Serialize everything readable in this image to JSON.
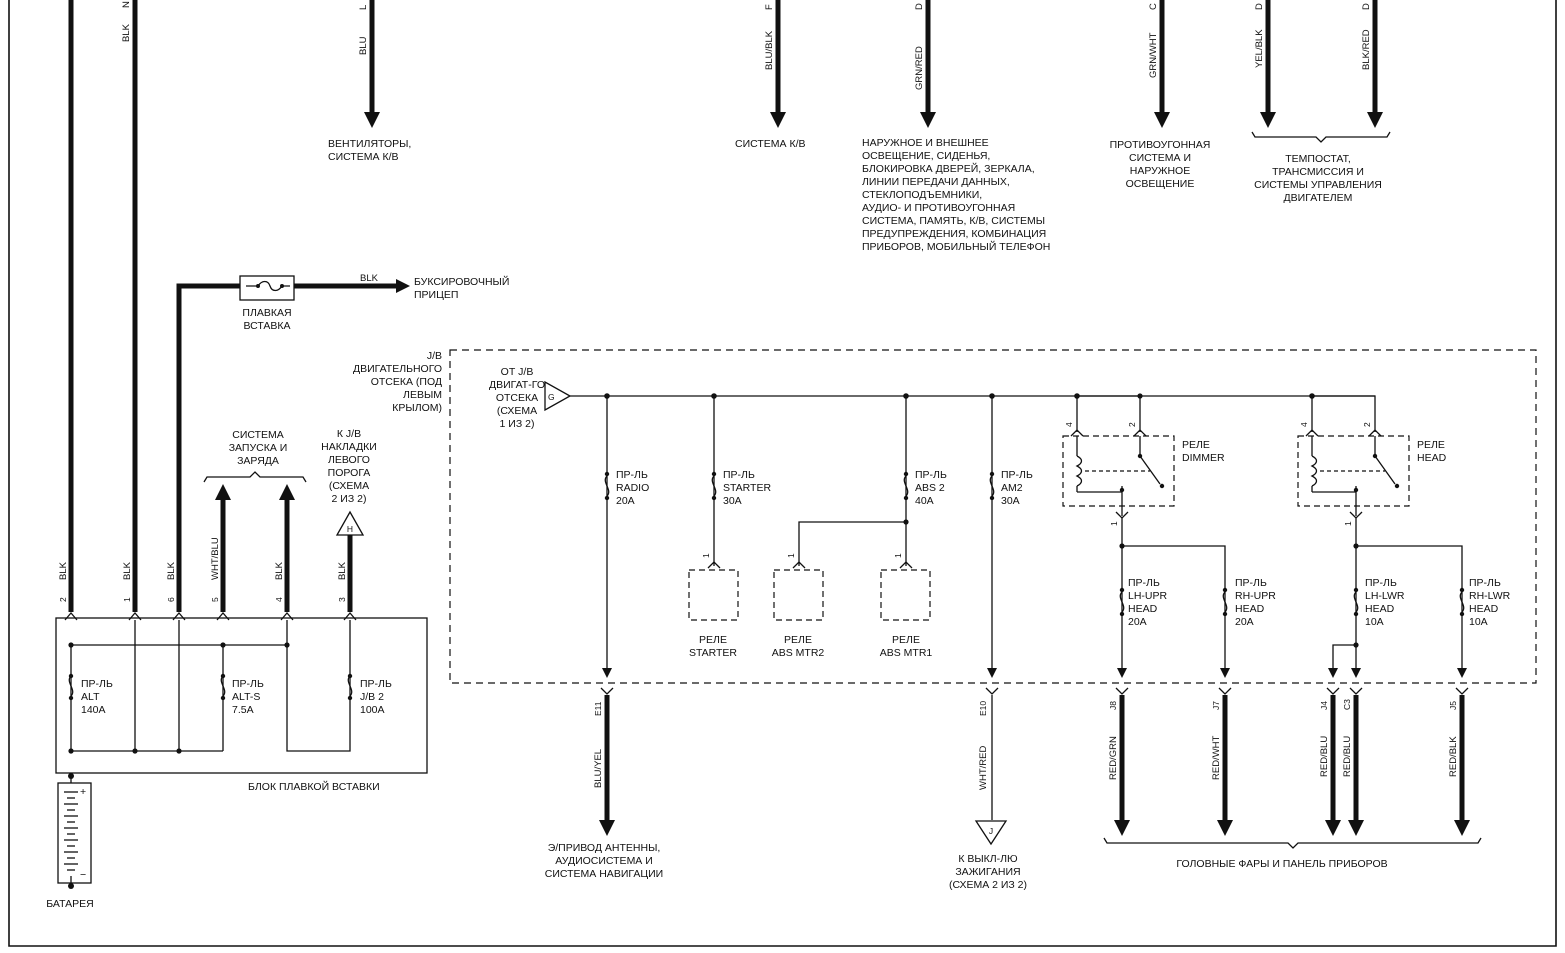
{
  "top_loads": {
    "fans": {
      "wire": "BLU",
      "wire_top": "L",
      "label": [
        "ВЕНТИЛЯТОРЫ,",
        "СИСТЕМА К/В"
      ]
    },
    "ac": {
      "wire": "BLU/BLK",
      "wire_top": "F",
      "label": [
        "СИСТЕМА К/В"
      ]
    },
    "lighting": {
      "wire": "GRN/RED",
      "wire_top": "D",
      "label": [
        "НАРУЖНОЕ И ВНЕШНЕЕ",
        "ОСВЕЩЕНИЕ, СИДЕНЬЯ,",
        "БЛОКИРОВКА ДВЕРЕЙ, ЗЕРКАЛА,",
        "ЛИНИИ ПЕРЕДАЧИ ДАННЫХ,",
        "СТЕКЛОПОДЪЕМНИКИ,",
        "АУДИО- И ПРОТИВОУГОННАЯ",
        "СИСТЕМА, ПАМЯТЬ, К/В, СИСТЕМЫ",
        "ПРЕДУПРЕЖДЕНИЯ, КОМБИНАЦИЯ",
        "ПРИБОРОВ, МОБИЛЬНЫЙ ТЕЛЕФОН"
      ]
    },
    "antitheft": {
      "wire": "GRN/WHT",
      "wire_top": "C",
      "label": [
        "ПРОТИВОУГОННАЯ",
        "СИСТЕМА И",
        "НАРУЖНОЕ",
        "ОСВЕЩЕНИЕ"
      ]
    },
    "tempostat_wires": [
      "YEL/BLK",
      "BLK/RED"
    ],
    "tempostat_tops": [
      "D",
      "D"
    ],
    "tempostat_label": [
      "ТЕМПОСТАТ,",
      "ТРАНСМИССИЯ И",
      "СИСТЕМЫ УПРАВЛЕНИЯ",
      "ДВИГАТЕЛЕМ"
    ]
  },
  "left_wires": {
    "w1": "BLK",
    "w1_top": "N"
  },
  "trailer": {
    "wire": "BLK",
    "label": [
      "БУКСИРОВОЧНЫЙ",
      "ПРИЦЕП"
    ],
    "fuse_label": [
      "ПЛАВКАЯ",
      "ВСТАВКА"
    ]
  },
  "jb_label": [
    "J/B",
    "ДВИГАТЕЛЬНОГО",
    "ОТСЕКА (ПОД",
    "ЛЕВЫМ",
    "КРЫЛОМ)"
  ],
  "from_jb": {
    "label": [
      "ОТ J/B",
      "ДВИГАТ-ГО",
      "ОТСЕКА",
      "(СХЕМА",
      "1 ИЗ 2)"
    ],
    "connector": "G"
  },
  "jb_fuses": [
    {
      "l1": "ПР-ЛЬ",
      "l2": "RADIO",
      "l3": "20A"
    },
    {
      "l1": "ПР-ЛЬ",
      "l2": "STARTER",
      "l3": "30A"
    },
    {
      "l1": "ПР-ЛЬ",
      "l2": "ABS 2",
      "l3": "40A"
    },
    {
      "l1": "ПР-ЛЬ",
      "l2": "AM2",
      "l3": "30A"
    },
    {
      "l1": "ПР-ЛЬ",
      "l2": "LH-UPR",
      "l3": "HEAD",
      "l4": "20A"
    },
    {
      "l1": "ПР-ЛЬ",
      "l2": "RH-UPR",
      "l3": "HEAD",
      "l4": "20A"
    },
    {
      "l1": "ПР-ЛЬ",
      "l2": "LH-LWR",
      "l3": "HEAD",
      "l4": "10A"
    },
    {
      "l1": "ПР-ЛЬ",
      "l2": "RH-LWR",
      "l3": "HEAD",
      "l4": "10A"
    }
  ],
  "relays": {
    "dimmer": [
      "РЕЛЕ",
      "DIMMER"
    ],
    "head": [
      "РЕЛЕ",
      "HEAD"
    ],
    "starter": [
      "РЕЛЕ",
      "STARTER"
    ],
    "abs2": [
      "РЕЛЕ",
      "ABS MTR2"
    ],
    "abs1": [
      "РЕЛЕ",
      "ABS MTR1"
    ]
  },
  "pins": {
    "p4": "4",
    "p2": "2",
    "p1": "1"
  },
  "fusible_block": {
    "label": "БЛОК ПЛАВКОЙ ВСТАВКИ",
    "pins": [
      "2",
      "1",
      "6",
      "5",
      "4",
      "3"
    ],
    "wires": [
      "BLK",
      "BLK",
      "BLK",
      "WHT/BLU",
      "BLK",
      "BLK"
    ],
    "fuses": [
      {
        "l1": "ПР-ЛЬ",
        "l2": "ALT",
        "l3": "140A"
      },
      {
        "l1": "ПР-ЛЬ",
        "l2": "ALT-S",
        "l3": "7.5A"
      },
      {
        "l1": "ПР-ЛЬ",
        "l2": "J/B 2",
        "l3": "100A"
      }
    ]
  },
  "charging": {
    "label": [
      "СИСТЕМА",
      "ЗАПУСКА И",
      "ЗАРЯДА"
    ]
  },
  "rocker_jb": {
    "label": [
      "К J/B",
      "НАКЛАДКИ",
      "ЛЕВОГО",
      "ПОРОГА",
      "(СХЕМА",
      "2 ИЗ 2)"
    ],
    "connector": "H"
  },
  "battery": {
    "label": "БАТАРЕЯ",
    "plus": "+",
    "minus": "−"
  },
  "bottom": {
    "antenna": {
      "pin": "E11",
      "wire": "BLU/YEL",
      "label": [
        "Э/ПРИВОД АНТЕННЫ,",
        "АУДИОСИСТЕМА И",
        "СИСТЕМА НАВИГАЦИИ"
      ]
    },
    "ignition": {
      "pin": "E10",
      "wire": "WHT/RED",
      "connector": "J",
      "label": [
        "К ВЫКЛ-ЛЮ",
        "ЗАЖИГАНИЯ",
        "(СХЕМА 2 ИЗ 2)"
      ]
    },
    "heads": [
      {
        "pin": "J8",
        "wire": "RED/GRN"
      },
      {
        "pin": "J7",
        "wire": "RED/WHT"
      },
      {
        "pin": "J4",
        "wire": "RED/BLU"
      },
      {
        "pin": "C3",
        "wire": "RED/BLU"
      },
      {
        "pin": "J5",
        "wire": "RED/BLK"
      }
    ],
    "heads_label": "ГОЛОВНЫЕ ФАРЫ И ПАНЕЛЬ ПРИБОРОВ"
  }
}
